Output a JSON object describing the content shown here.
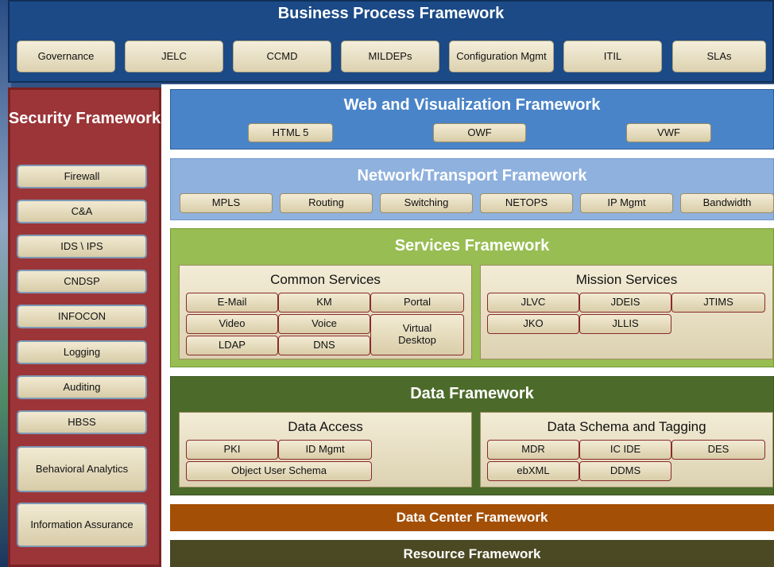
{
  "business": {
    "title": "Business Process Framework",
    "items": [
      "Governance",
      "JELC",
      "CCMD",
      "MILDEPs",
      "Configuration Mgmt",
      "ITIL",
      "SLAs"
    ]
  },
  "security": {
    "title": "Security Framework",
    "items": [
      "Firewall",
      "C&A",
      "IDS \\ IPS",
      "CNDSP",
      "INFOCON",
      "Logging",
      "Auditing",
      "HBSS",
      "Behavioral Analytics",
      "Information Assurance"
    ]
  },
  "web": {
    "title": "Web and Visualization Framework",
    "items": [
      "HTML 5",
      "OWF",
      "VWF"
    ]
  },
  "network": {
    "title": "Network/Transport Framework",
    "items": [
      "MPLS",
      "Routing",
      "Switching",
      "NETOPS",
      "IP Mgmt",
      "Bandwidth"
    ]
  },
  "services": {
    "title": "Services Framework",
    "common": {
      "title": "Common Services",
      "items": [
        "E-Mail",
        "KM",
        "Portal",
        "Video",
        "Voice",
        "Virtual Desktop",
        "LDAP",
        "DNS"
      ]
    },
    "mission": {
      "title": "Mission Services",
      "items": [
        "JLVC",
        "JDEIS",
        "JTIMS",
        "JKO",
        "JLLIS"
      ]
    }
  },
  "data": {
    "title": "Data Framework",
    "access": {
      "title": "Data Access",
      "items": [
        "PKI",
        "ID Mgmt",
        "Object User Schema"
      ]
    },
    "schema": {
      "title": "Data Schema and Tagging",
      "items": [
        "MDR",
        "IC IDE",
        "DES",
        "ebXML",
        "DDMS"
      ]
    }
  },
  "datacenter": {
    "title": "Data Center Framework"
  },
  "resource": {
    "title": "Resource Framework"
  },
  "colors": {
    "business": "#1b4a86",
    "security": "#9b3538",
    "web": "#4a84c8",
    "network": "#8fb1de",
    "services": "#98bd52",
    "data": "#4c6b2a",
    "datacenter": "#a34f05",
    "resource": "#4b4923"
  }
}
